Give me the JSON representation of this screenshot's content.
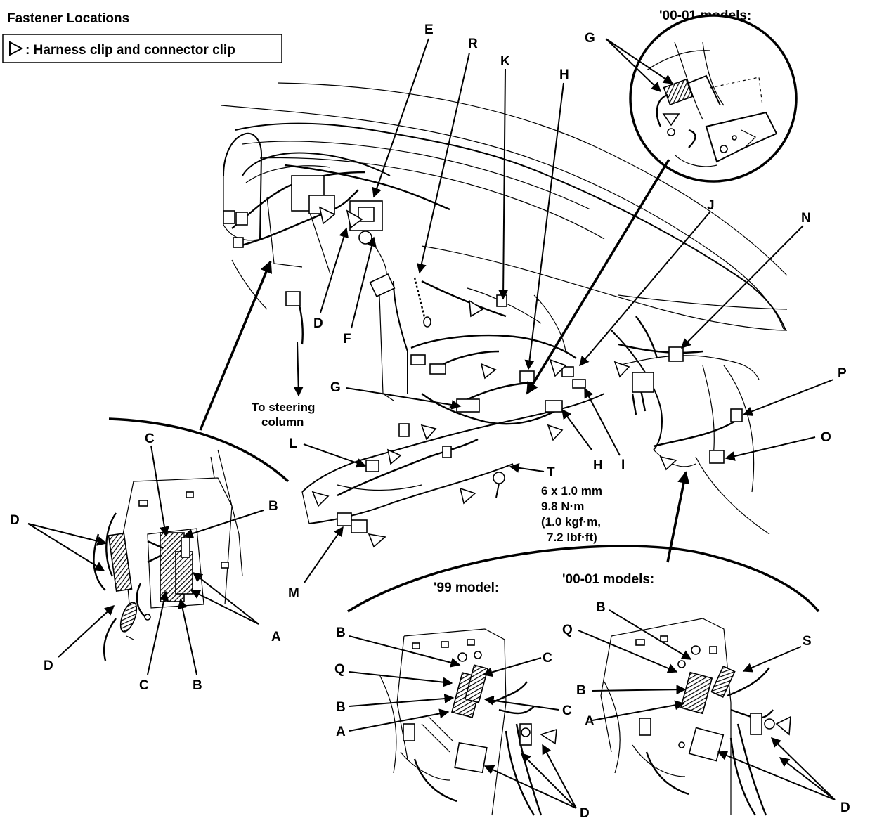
{
  "title": "Fastener Locations",
  "legend": {
    "symbol": "▷",
    "text": ": Harness clip and connector clip"
  },
  "callouts": {
    "models_0001_top": "'00-01 models:",
    "model_99": "'99 model:",
    "models_0001_bottom": "'00-01 models:",
    "to_steering": [
      "To steering",
      "column"
    ],
    "torque_spec": [
      "6 x 1.0 mm",
      "9.8 N·m",
      "(1.0 kgf·m,",
      "7.2 lbf·ft)"
    ]
  },
  "labels": {
    "E": "E",
    "R": "R",
    "K": "K",
    "H": "H",
    "G": "G",
    "J": "J",
    "N": "N",
    "P": "P",
    "O": "O",
    "T": "T",
    "I": "I",
    "L": "L",
    "M": "M",
    "D": "D",
    "F": "F",
    "C": "C",
    "B": "B",
    "A": "A",
    "Q": "Q",
    "S": "S"
  }
}
